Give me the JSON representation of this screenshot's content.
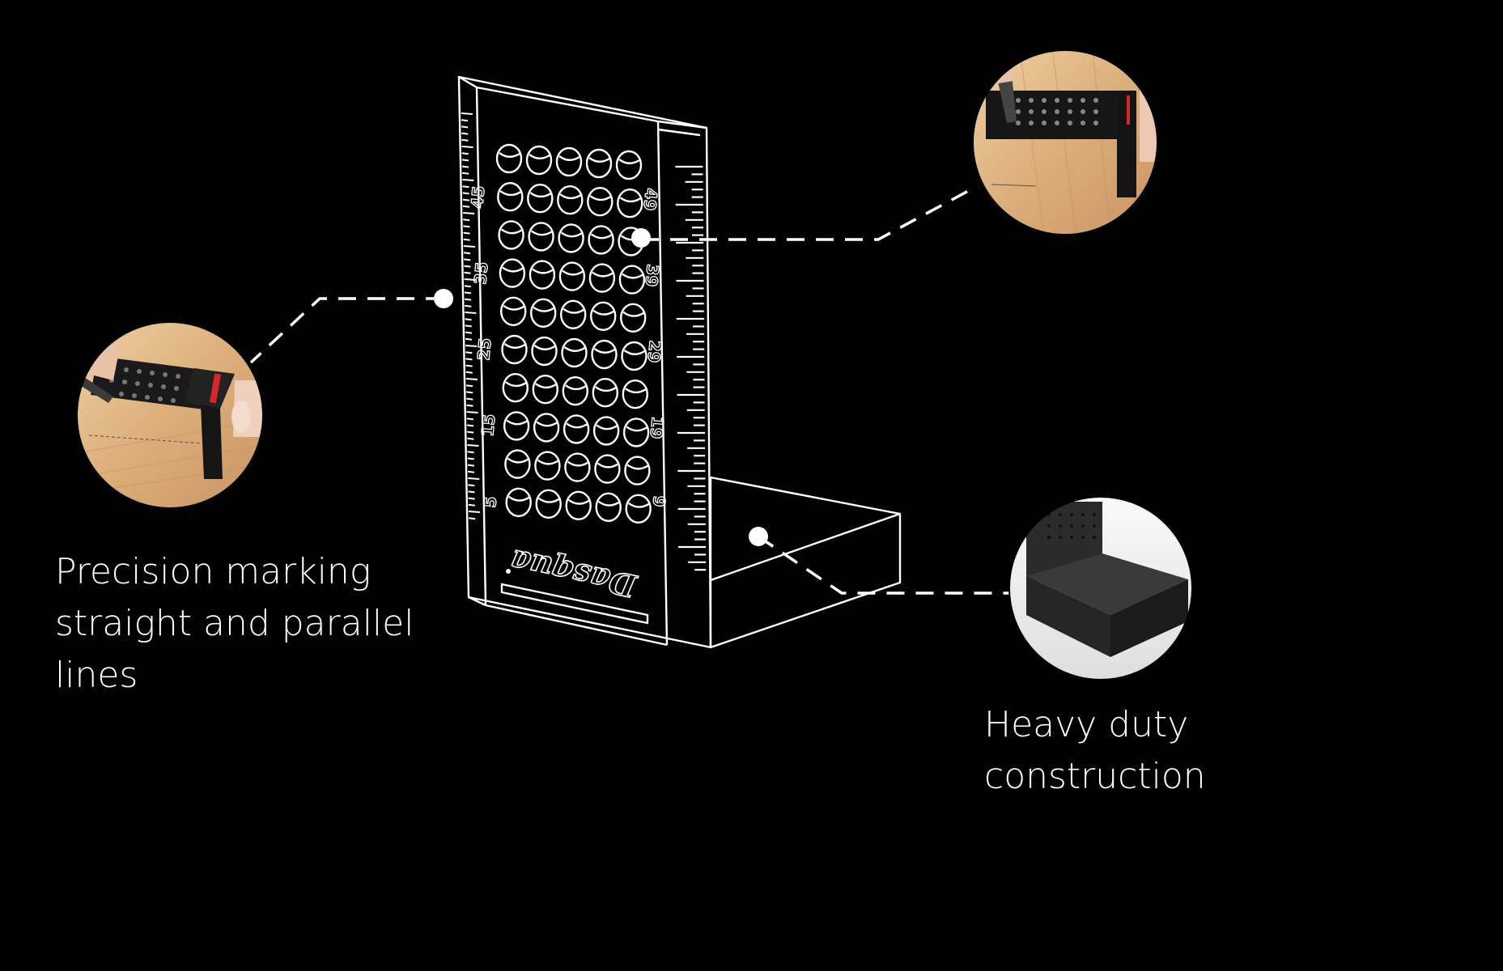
{
  "product": {
    "brand": "Dasqua",
    "scale_left": [
      "45",
      "35",
      "25",
      "15",
      "5"
    ],
    "scale_right": [
      "49",
      "39",
      "29",
      "19",
      "9"
    ]
  },
  "captions": {
    "left": [
      "Precision marking",
      "straight and parallel",
      "lines"
    ],
    "right": [
      "Heavy duty",
      "construction"
    ]
  },
  "colors": {
    "background": "#000000",
    "outline": "#ffffff",
    "wood": "#e2b887",
    "metal": "#1e1e1e",
    "accent": "#d6262a"
  }
}
